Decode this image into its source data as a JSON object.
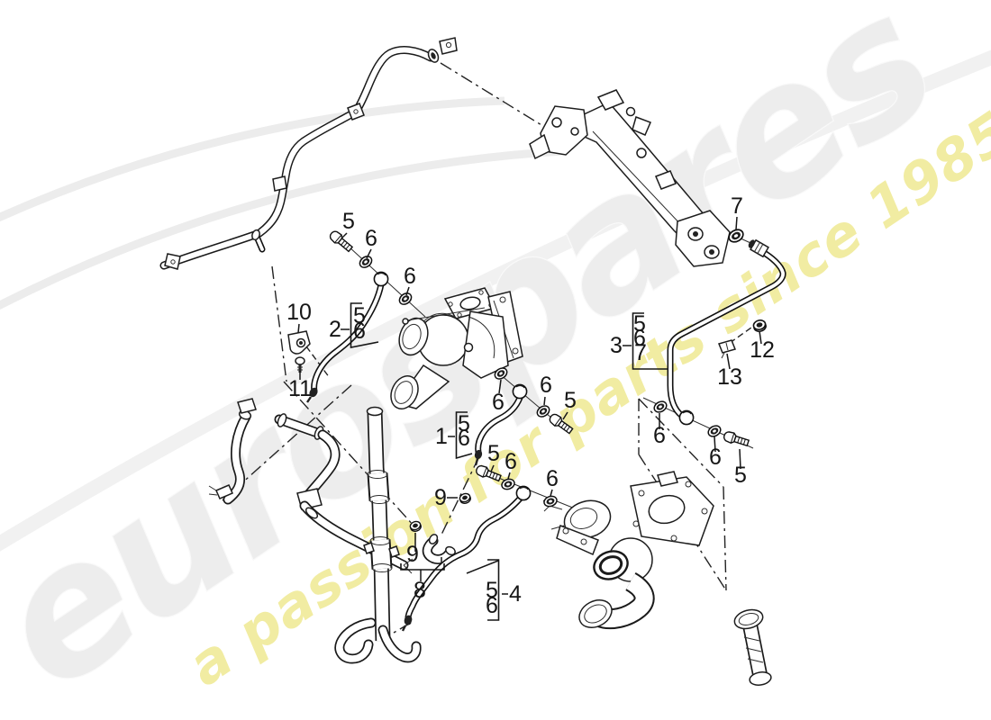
{
  "watermark": {
    "brand": "eurospares",
    "tagline": "a passion for parts since 1985",
    "brand_color": "#ededed",
    "tagline_color": "#f1eca2"
  },
  "diagram": {
    "type": "exploded-parts-diagram",
    "line_color": "#1a1a1a",
    "background": "#ffffff",
    "visible_callout_numbers": [
      "1",
      "2",
      "3",
      "4",
      "5",
      "6",
      "7",
      "8",
      "9",
      "10",
      "11",
      "12",
      "13"
    ]
  },
  "assemblies": [
    {
      "ref": "1",
      "includes": [
        "5",
        "6"
      ]
    },
    {
      "ref": "2",
      "includes": [
        "5",
        "6"
      ]
    },
    {
      "ref": "3",
      "includes": [
        "5",
        "6",
        "7"
      ]
    },
    {
      "ref": "4",
      "includes": [
        "5",
        "6"
      ]
    }
  ],
  "callouts": {
    "n1": "1",
    "n2": "2",
    "n3": "3",
    "n4": "4",
    "n5": "5",
    "n6": "6",
    "n7": "7",
    "n8": "8",
    "n9": "9",
    "n10": "10",
    "n11": "11",
    "n12": "12",
    "n13": "13"
  }
}
